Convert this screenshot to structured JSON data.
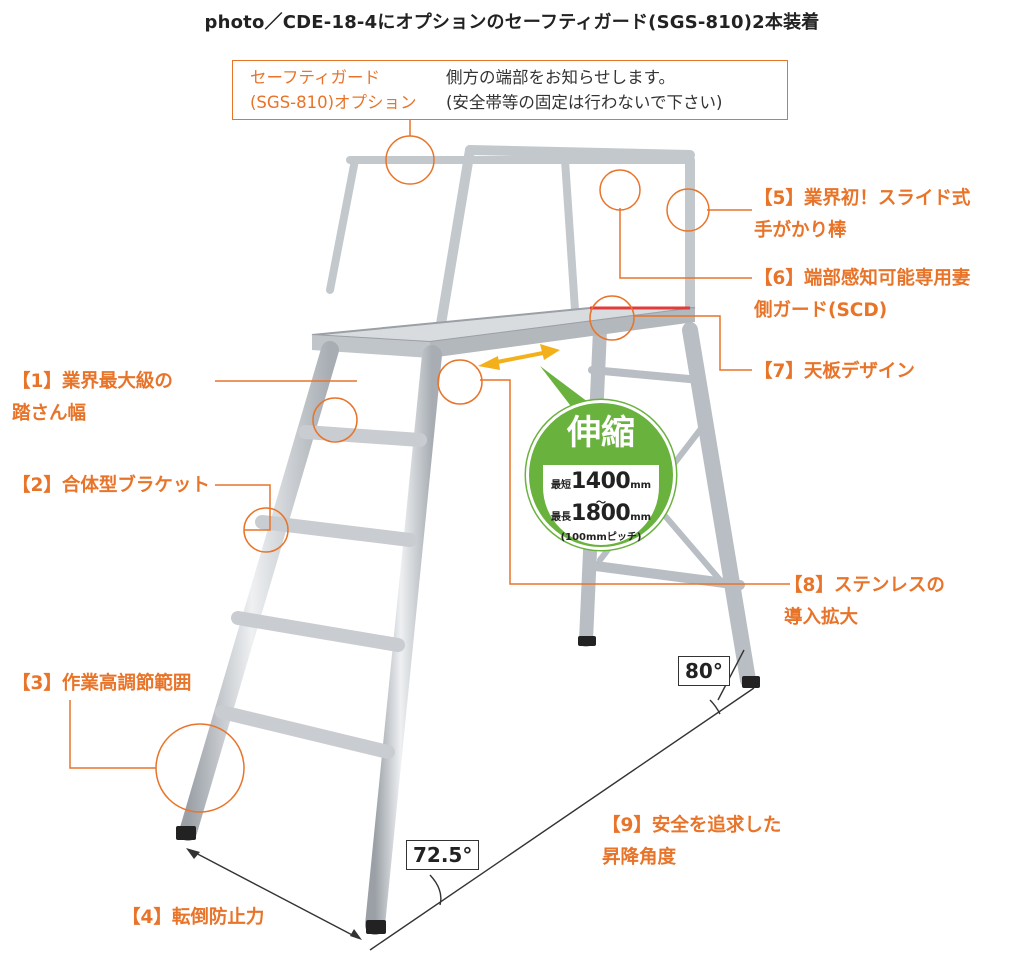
{
  "title": "photo／CDE-18-4にオプションのセーフティガード(SGS-810)2本装着",
  "note": {
    "option_line1": "セーフティガード",
    "option_line2": "(SGS-810)オプション",
    "desc_line1": "側方の端部をお知らせします。",
    "desc_line2": "(安全帯等の固定は行わないで下さい)"
  },
  "labels": {
    "l1": [
      "【1】業界最大級の",
      "踏さん幅"
    ],
    "l2": [
      "【2】合体型ブラケット"
    ],
    "l3": [
      "【3】作業高調節範囲"
    ],
    "l4": [
      "【4】転倒防止力"
    ],
    "l5": [
      "【5】業界初！スライド式",
      "手がかり棒"
    ],
    "l6": [
      "【6】端部感知可能専用妻",
      "側ガード(SCD)"
    ],
    "l7": [
      "【7】天板デザイン"
    ],
    "l8": [
      "【8】ステンレスの",
      "導入拡大"
    ],
    "l9": [
      "【9】安全を追求した",
      "昇降角度"
    ]
  },
  "badge": {
    "title": "伸縮",
    "min_label": "最短",
    "min_value": "1400",
    "max_label": "最長",
    "max_value": "1800",
    "unit": "mm",
    "tilde": "〜",
    "pitch": "(100mmピッチ)"
  },
  "angles": {
    "front": "72.5°",
    "rear": "80°"
  },
  "colors": {
    "accent": "#e8742a",
    "badge_green": "#6ab23e",
    "frame_silver": "#c9ccd0"
  }
}
